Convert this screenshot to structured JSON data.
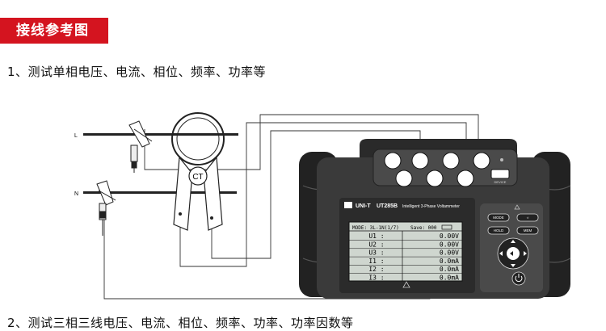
{
  "banner": {
    "title": "接线参考图"
  },
  "section1": {
    "heading": "1、测试单相电压、电流、相位、频率、功率等"
  },
  "section2": {
    "heading": "2、测试三相三线电压、电流、相位、频率、功率、功率因数等"
  },
  "wires": {
    "line_label": "L",
    "neutral_label": "N"
  },
  "clamp": {
    "label": "CT"
  },
  "meter": {
    "brand": "UNI-T",
    "model": "UT285B",
    "subtitle": "Intelligent 3-Phase Voltammeter",
    "port_label": "DEVICE",
    "buttons": {
      "mode": "MODE",
      "light": "☼",
      "hold": "HOLD",
      "mem": "MEM"
    },
    "lcd": {
      "header_mode": "MODE: 3L-1N(1/7)",
      "header_save": "Save: 000",
      "rows": [
        {
          "label": "U1 :",
          "value": "0.00V"
        },
        {
          "label": "U2 :",
          "value": "0.00V"
        },
        {
          "label": "U3 :",
          "value": "0.00V"
        },
        {
          "label": "I1 :",
          "value": "0.0mA"
        },
        {
          "label": "I2 :",
          "value": "0.0mA"
        },
        {
          "label": "I3 :",
          "value": "0.0mA"
        }
      ]
    }
  }
}
